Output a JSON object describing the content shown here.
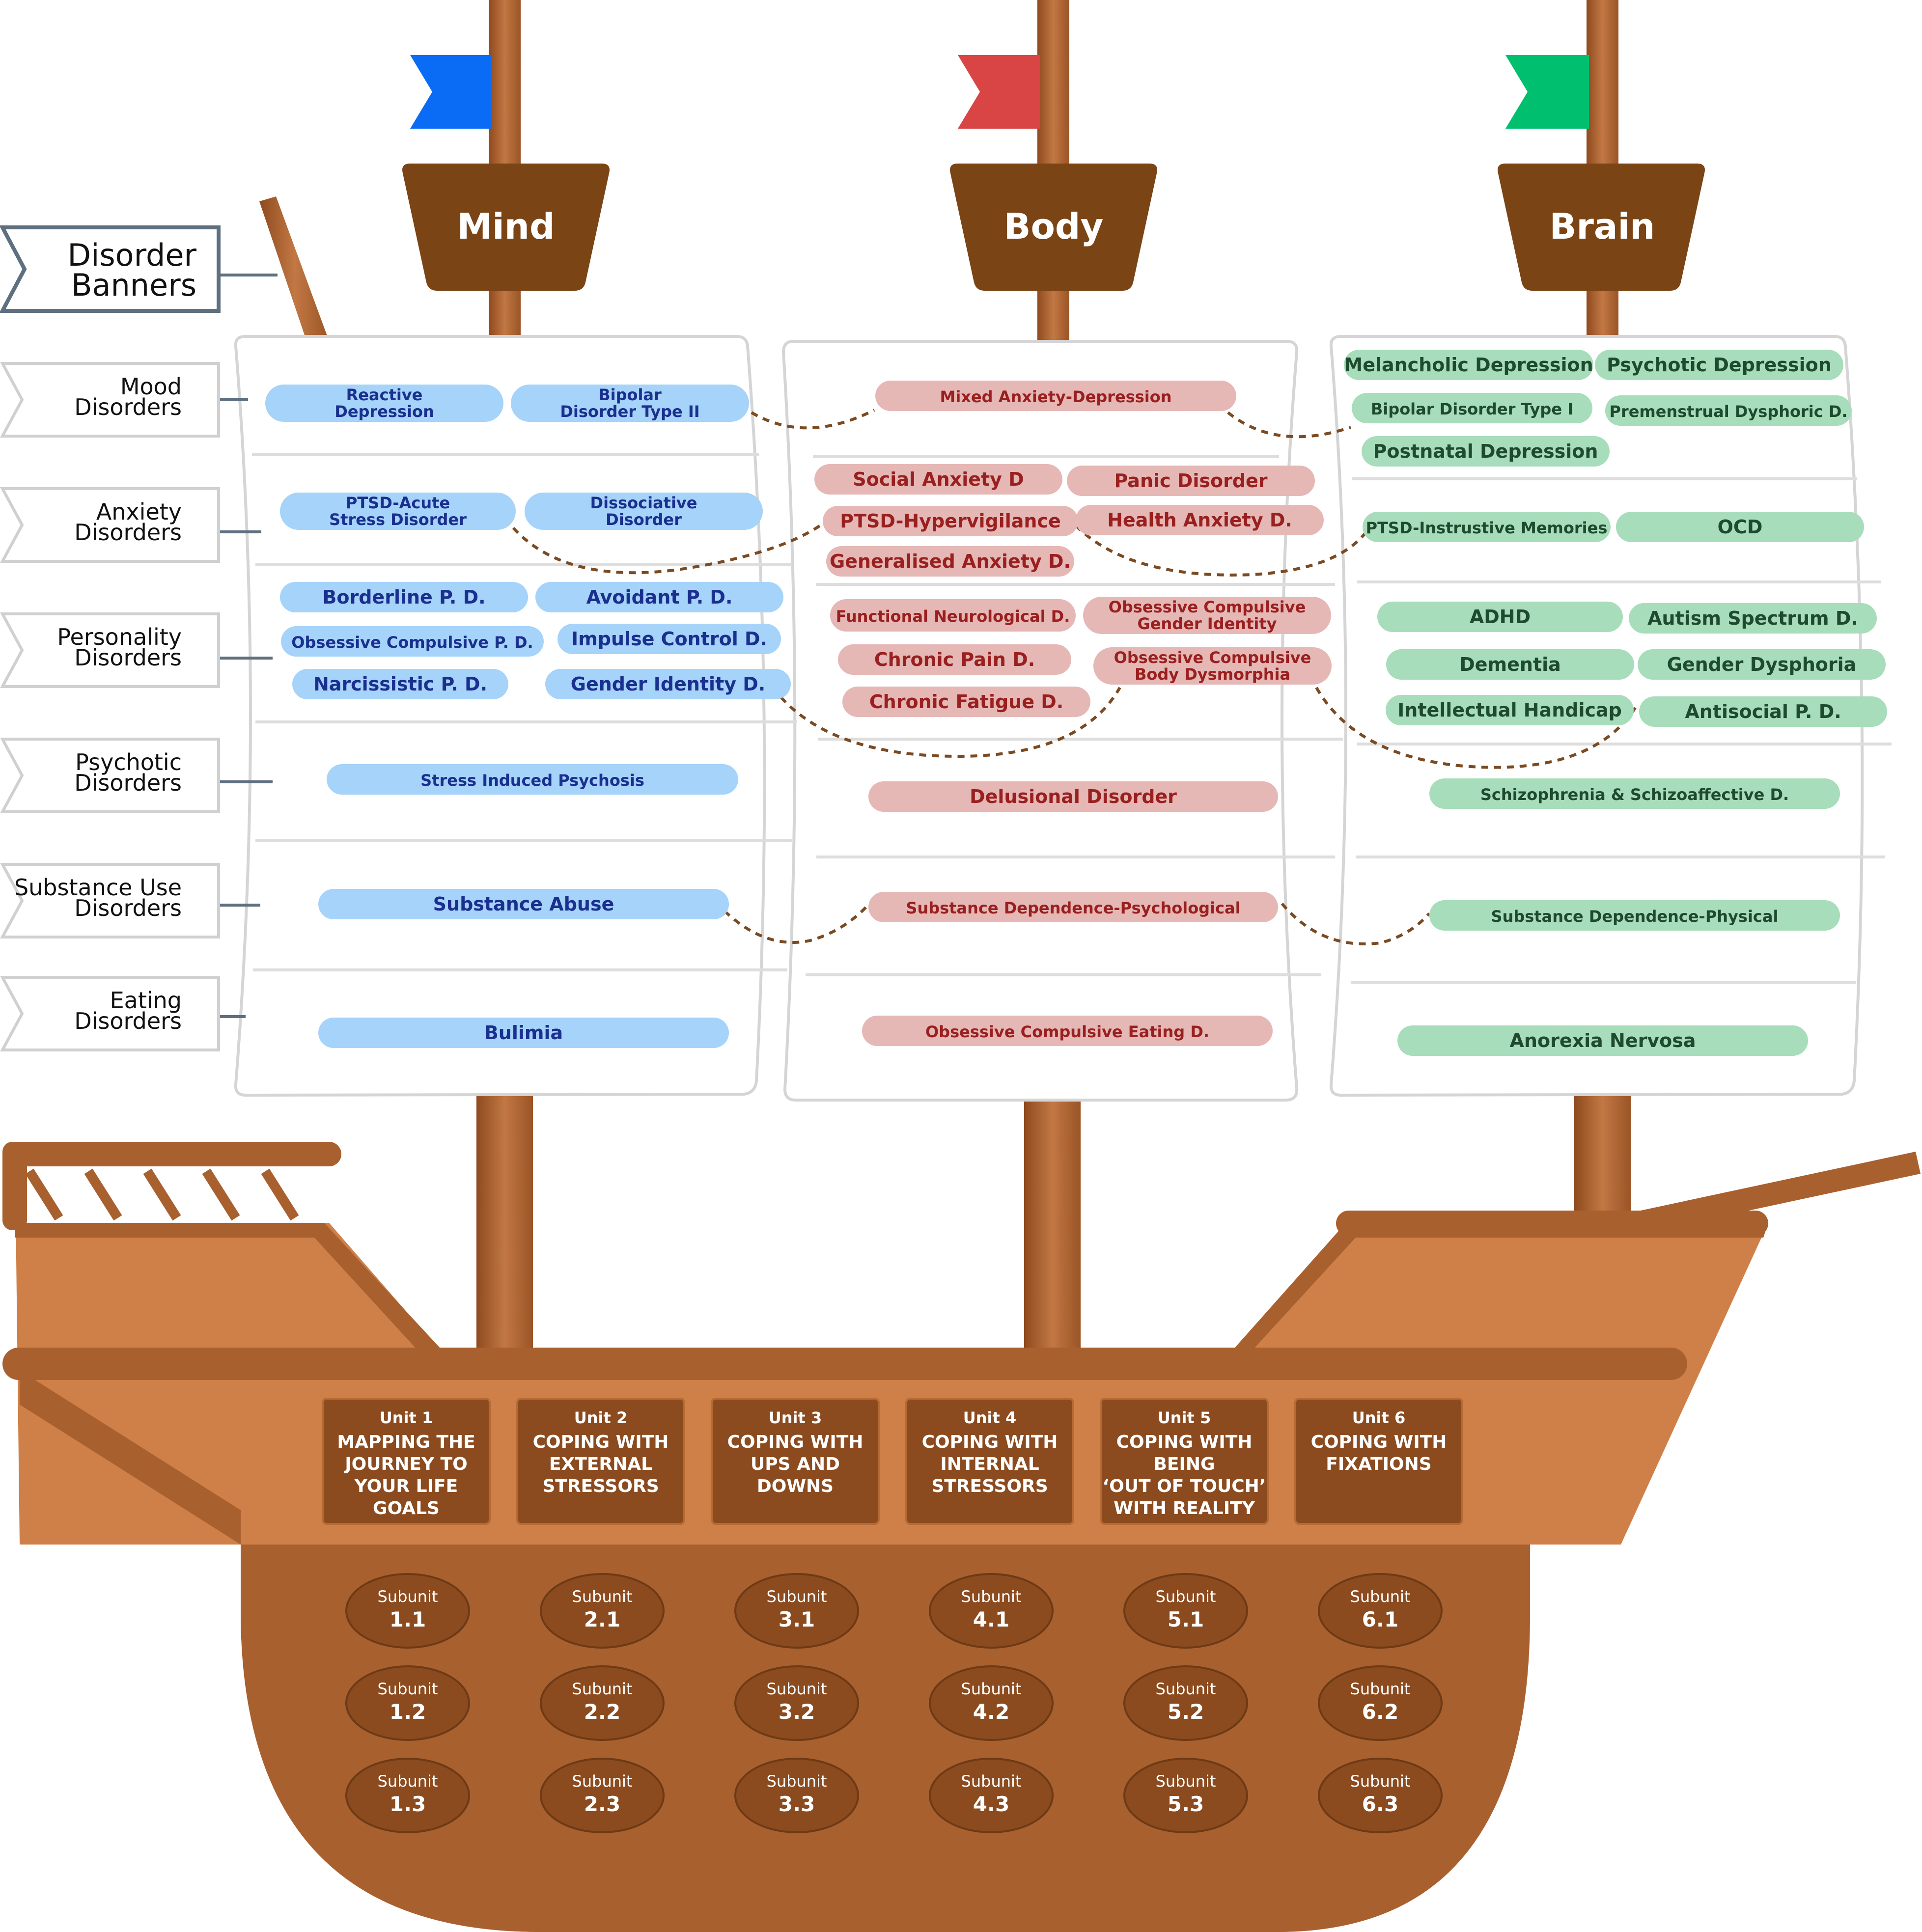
{
  "colors": {
    "mind_flag": "#0A6CF5",
    "body_flag": "#D94545",
    "brain_flag": "#00BF6E",
    "mast": "#A9602F",
    "sign": "#7B4415",
    "mind_pill": "#A5D3FA",
    "mind_text": "#1B2F8F",
    "body_pill": "#E5B8B6",
    "body_text": "#9A1F1F",
    "brain_pill": "#A8DDBB",
    "brain_text": "#1E4A2E",
    "hull_light": "#CF8048",
    "hull_dark": "#A9602F",
    "hull_deep": "#8B4B1F"
  },
  "columns": [
    {
      "key": "mind",
      "title": "Mind"
    },
    {
      "key": "body",
      "title": "Body"
    },
    {
      "key": "brain",
      "title": "Brain"
    }
  ],
  "banner_title": [
    "Disorder",
    "Banners"
  ],
  "categories": [
    {
      "lines": [
        "Mood",
        "Disorders"
      ]
    },
    {
      "lines": [
        "Anxiety",
        "Disorders"
      ]
    },
    {
      "lines": [
        "Personality",
        "Disorders"
      ]
    },
    {
      "lines": [
        "Psychotic",
        "Disorders"
      ]
    },
    {
      "lines": [
        "Substance Use",
        "Disorders"
      ]
    },
    {
      "lines": [
        "Eating",
        "Disorders"
      ]
    }
  ],
  "disorders": {
    "mind": [
      {
        "lines": [
          "Reactive",
          "Depression"
        ]
      },
      {
        "lines": [
          "Bipolar",
          "Disorder Type II"
        ]
      },
      {
        "lines": [
          "PTSD-Acute",
          "Stress Disorder"
        ]
      },
      {
        "lines": [
          "Dissociative",
          "Disorder"
        ]
      },
      {
        "lines": [
          "Borderline P. D."
        ]
      },
      {
        "lines": [
          "Avoidant P. D."
        ]
      },
      {
        "lines": [
          "Obsessive Compulsive P. D."
        ]
      },
      {
        "lines": [
          "Impulse Control D."
        ]
      },
      {
        "lines": [
          "Narcissistic P. D."
        ]
      },
      {
        "lines": [
          "Gender Identity D."
        ]
      },
      {
        "lines": [
          "Stress Induced Psychosis"
        ]
      },
      {
        "lines": [
          "Substance Abuse"
        ]
      },
      {
        "lines": [
          "Bulimia"
        ]
      }
    ],
    "body": [
      {
        "lines": [
          "Mixed Anxiety-Depression"
        ]
      },
      {
        "lines": [
          "Social Anxiety D"
        ]
      },
      {
        "lines": [
          "Panic Disorder"
        ]
      },
      {
        "lines": [
          "PTSD-Hypervigilance"
        ]
      },
      {
        "lines": [
          "Health Anxiety D."
        ]
      },
      {
        "lines": [
          "Generalised Anxiety D."
        ]
      },
      {
        "lines": [
          "Functional Neurological D."
        ]
      },
      {
        "lines": [
          "Obsessive Compulsive",
          "Gender Identity"
        ]
      },
      {
        "lines": [
          "Chronic Pain D."
        ]
      },
      {
        "lines": [
          "Obsessive Compulsive",
          "Body Dysmorphia"
        ]
      },
      {
        "lines": [
          "Chronic Fatigue D."
        ]
      },
      {
        "lines": [
          "Delusional Disorder"
        ]
      },
      {
        "lines": [
          "Substance Dependence-Psychological"
        ]
      },
      {
        "lines": [
          "Obsessive Compulsive Eating D."
        ]
      }
    ],
    "brain": [
      {
        "lines": [
          "Melancholic Depression"
        ]
      },
      {
        "lines": [
          "Psychotic Depression"
        ]
      },
      {
        "lines": [
          "Bipolar Disorder Type I"
        ]
      },
      {
        "lines": [
          "Premenstrual Dysphoric D."
        ]
      },
      {
        "lines": [
          "Postnatal Depression"
        ]
      },
      {
        "lines": [
          "PTSD-Instrustive Memories"
        ]
      },
      {
        "lines": [
          "OCD"
        ]
      },
      {
        "lines": [
          "ADHD"
        ]
      },
      {
        "lines": [
          "Autism Spectrum D."
        ]
      },
      {
        "lines": [
          "Dementia"
        ]
      },
      {
        "lines": [
          "Gender Dysphoria"
        ]
      },
      {
        "lines": [
          "Intellectual Handicap"
        ]
      },
      {
        "lines": [
          "Antisocial P. D."
        ]
      },
      {
        "lines": [
          "Schizophrenia & Schizoaffective D."
        ]
      },
      {
        "lines": [
          "Substance Dependence-Physical"
        ]
      },
      {
        "lines": [
          "Anorexia Nervosa"
        ]
      }
    ]
  },
  "units": [
    {
      "head": "Unit 1",
      "lines": [
        "MAPPING THE",
        "JOURNEY TO",
        "YOUR LIFE",
        "GOALS"
      ]
    },
    {
      "head": "Unit 2",
      "lines": [
        "COPING WITH",
        "EXTERNAL",
        "STRESSORS"
      ]
    },
    {
      "head": "Unit 3",
      "lines": [
        "COPING WITH",
        "UPS AND",
        "DOWNS"
      ]
    },
    {
      "head": "Unit 4",
      "lines": [
        "COPING WITH",
        "INTERNAL",
        "STRESSORS"
      ]
    },
    {
      "head": "Unit 5",
      "lines": [
        "COPING WITH",
        "BEING",
        "‘OUT OF TOUCH’",
        "WITH REALITY"
      ]
    },
    {
      "head": "Unit 6",
      "lines": [
        "COPING WITH",
        "FIXATIONS"
      ]
    }
  ],
  "subunit_label": "Subunit",
  "subunits": [
    [
      "1.1",
      "1.2",
      "1.3"
    ],
    [
      "2.1",
      "2.2",
      "2.3"
    ],
    [
      "3.1",
      "3.2",
      "3.3"
    ],
    [
      "4.1",
      "4.2",
      "4.3"
    ],
    [
      "5.1",
      "5.2",
      "5.3"
    ],
    [
      "6.1",
      "6.2",
      "6.3"
    ]
  ]
}
